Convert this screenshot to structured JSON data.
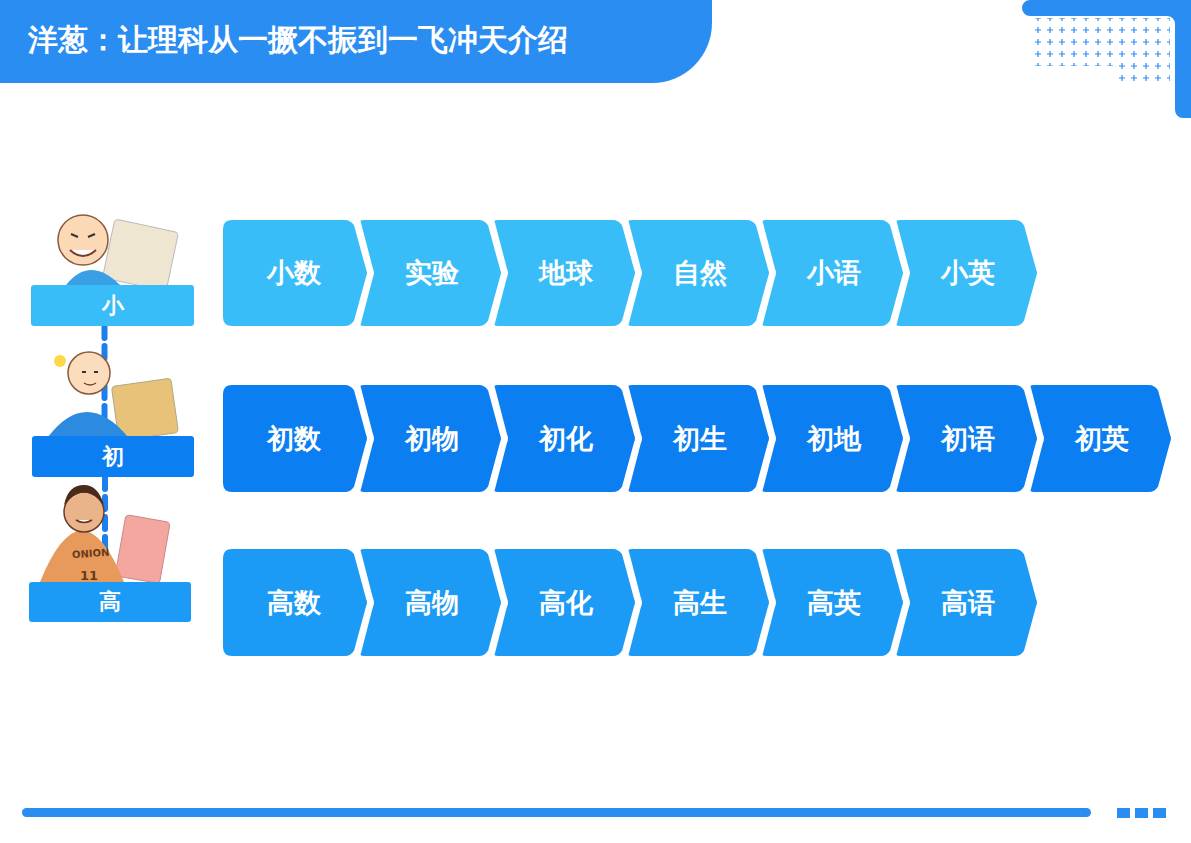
{
  "diagram": {
    "title": "洋葱：让理科从一撅不振到一飞冲天介绍",
    "nodes": [
      {
        "text": [
          "小"
        ]
      },
      {
        "text": [
          "小数"
        ]
      },
      {
        "text": [
          "实验"
        ]
      },
      {
        "text": [
          "地球"
        ]
      },
      {
        "text": [
          "自然"
        ]
      },
      {
        "text": [
          "小语"
        ]
      },
      {
        "text": [
          "小英"
        ]
      },
      {
        "text": [
          "初"
        ]
      },
      {
        "text": [
          "初数"
        ]
      },
      {
        "text": [
          "初物"
        ]
      },
      {
        "text": [
          "初化"
        ]
      },
      {
        "text": [
          "初生"
        ]
      },
      {
        "text": [
          "初地"
        ]
      },
      {
        "text": [
          "初语"
        ]
      },
      {
        "text": [
          "初英"
        ]
      },
      {
        "text": [
          "高"
        ]
      },
      {
        "text": [
          "高数"
        ]
      },
      {
        "text": [
          "高物"
        ]
      },
      {
        "text": [
          "高化"
        ]
      },
      {
        "text": [
          "高生"
        ]
      },
      {
        "text": [
          "高英"
        ]
      },
      {
        "text": [
          "高语"
        ]
      }
    ],
    "edges": [
      {
        "from": 0,
        "to": 7,
        "arrow": "none"
      },
      {
        "from": 7,
        "to": 15,
        "arrow": "none"
      }
    ],
    "labels": [
      "ONION",
      "11"
    ]
  }
}
